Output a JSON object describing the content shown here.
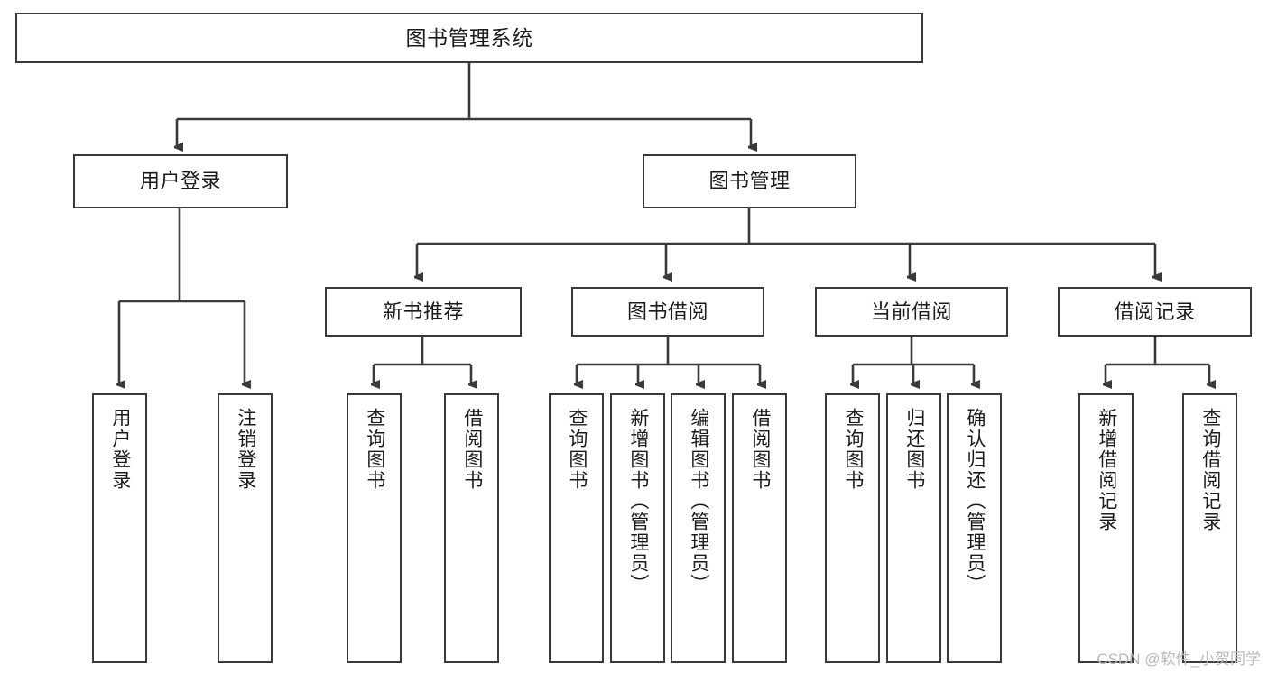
{
  "diagram": {
    "type": "tree-hierarchy",
    "title": "图书管理系统",
    "watermark": "CSDN @软件_小贺同学",
    "colors": {
      "stroke": "#3a3a3a",
      "fill": "#ffffff",
      "text": "#1b1b1b",
      "watermark": "#b9b9b9"
    },
    "nodes": {
      "root": {
        "label": "图书管理系统"
      },
      "level2": [
        {
          "id": "user-login",
          "label": "用户登录"
        },
        {
          "id": "book-management",
          "label": "图书管理"
        }
      ],
      "level3": [
        {
          "id": "new-book-recommend",
          "label": "新书推荐"
        },
        {
          "id": "book-borrow",
          "label": "图书借阅"
        },
        {
          "id": "current-borrow",
          "label": "当前借阅"
        },
        {
          "id": "borrow-record",
          "label": "借阅记录"
        }
      ],
      "leaves": {
        "user-login": [
          {
            "id": "leaf-user-login",
            "label": "用户登录"
          },
          {
            "id": "leaf-logout-login",
            "label": "注销登录"
          }
        ],
        "new-book-recommend": [
          {
            "id": "leaf-query-book-1",
            "label": "查询图书"
          },
          {
            "id": "leaf-borrow-book-1",
            "label": "借阅图书"
          }
        ],
        "book-borrow": [
          {
            "id": "leaf-query-book-2",
            "label": "查询图书"
          },
          {
            "id": "leaf-add-book",
            "label": "新增图书（管理员）"
          },
          {
            "id": "leaf-edit-book",
            "label": "编辑图书（管理员）"
          },
          {
            "id": "leaf-borrow-book-2",
            "label": "借阅图书"
          }
        ],
        "current-borrow": [
          {
            "id": "leaf-query-book-3",
            "label": "查询图书"
          },
          {
            "id": "leaf-return-book",
            "label": "归还图书"
          },
          {
            "id": "leaf-confirm-return",
            "label": "确认归还（管理员）"
          }
        ],
        "borrow-record": [
          {
            "id": "leaf-add-record",
            "label": "新增借阅记录"
          },
          {
            "id": "leaf-query-record",
            "label": "查询借阅记录"
          }
        ]
      }
    }
  }
}
